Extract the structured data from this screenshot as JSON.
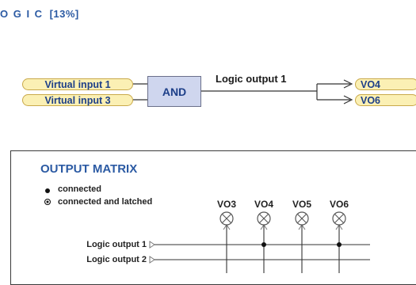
{
  "header": {
    "title": "O G I C",
    "percent": "[13%]"
  },
  "logic_diagram": {
    "inputs": [
      "Virtual input 1",
      "Virtual input 3"
    ],
    "gate": "AND",
    "output_label": "Logic output 1",
    "outputs": [
      "VO4",
      "VO6"
    ]
  },
  "output_matrix": {
    "title": "OUTPUT MATRIX",
    "legend": {
      "connected": "connected",
      "latched": "connected and latched"
    },
    "columns": [
      "VO3",
      "VO4",
      "VO5",
      "VO6"
    ],
    "rows": [
      "Logic output 1",
      "Logic output 2"
    ],
    "connections": [
      {
        "row": "Logic output 1",
        "column": "VO4"
      },
      {
        "row": "Logic output 1",
        "column": "VO6"
      }
    ]
  },
  "colors": {
    "header": "#2b5aa3",
    "pill_fill": "#fbf0b4",
    "pill_border": "#c9a94a",
    "gate_fill": "#cfd6ee",
    "text_blue": "#1d3f88"
  }
}
